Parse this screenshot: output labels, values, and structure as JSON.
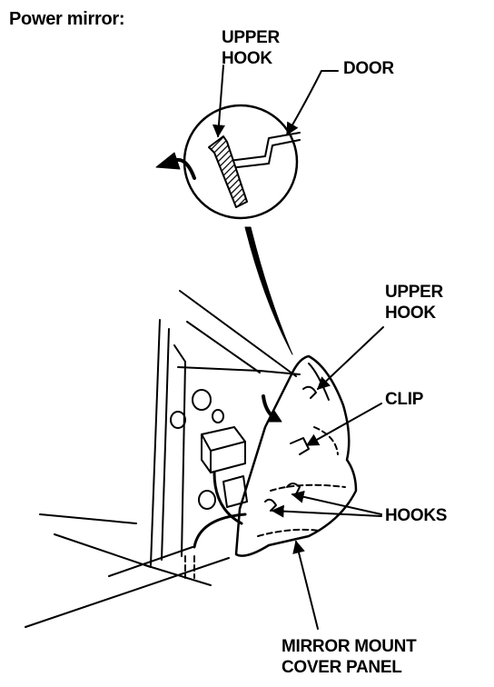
{
  "title": "Power mirror:",
  "labels": {
    "upper_hook_top": [
      "UPPER",
      "HOOK"
    ],
    "door": "DOOR",
    "upper_hook_side": [
      "UPPER",
      "HOOK"
    ],
    "clip": "CLIP",
    "hooks": "HOOKS",
    "cover_panel": [
      "MIRROR MOUNT",
      "COVER PANEL"
    ]
  },
  "colors": {
    "ink": "#000000",
    "paper": "#ffffff"
  }
}
